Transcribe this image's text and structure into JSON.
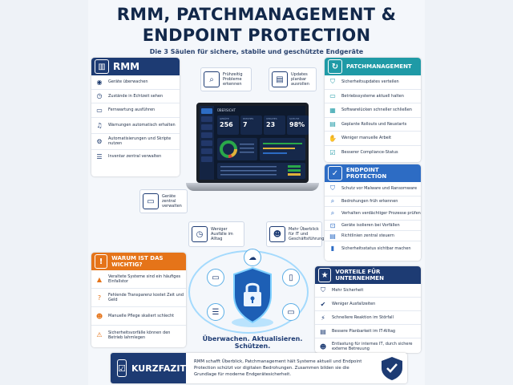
{
  "header": {
    "title_line1": "RMM, PATCHMANAGEMENT &",
    "title_line2": "ENDPOINT PROTECTION",
    "subtitle": "Die 3 Säulen für sichere, stabile und geschützte Endgeräte"
  },
  "rmm": {
    "title": "RMM",
    "icon": "monitor-chart-icon",
    "items": [
      {
        "icon": "eye-icon",
        "label": "Geräte überwachen"
      },
      {
        "icon": "clock-icon",
        "label": "Zustände in Echtzeit sehen"
      },
      {
        "icon": "pointer-icon",
        "label": "Fernwartung ausführen"
      },
      {
        "icon": "bell-icon",
        "label": "Warnungen automatisch erhalten"
      },
      {
        "icon": "gear-icon",
        "label": "Automatisierungen und Skripte nutzen"
      },
      {
        "icon": "server-icon",
        "label": "Inventar zentral verwalten"
      }
    ]
  },
  "patch": {
    "title": "PATCHMANAGEMENT",
    "icon": "refresh-icon",
    "items": [
      {
        "icon": "shield-icon",
        "label": "Sicherheitsupdates verteilen"
      },
      {
        "icon": "monitor-icon",
        "label": "Betriebssysteme aktuell halten"
      },
      {
        "icon": "grid-icon",
        "label": "Softwarelücken schneller schließen"
      },
      {
        "icon": "calendar-icon",
        "label": "Geplante Rollouts und Neustarts"
      },
      {
        "icon": "hand-icon",
        "label": "Weniger manuelle Arbeit"
      },
      {
        "icon": "checklist-icon",
        "label": "Besserer Compliance-Status"
      }
    ]
  },
  "endpoint": {
    "title": "ENDPOINT PROTECTION",
    "icon": "shield-check-icon",
    "items": [
      {
        "icon": "shield-icon",
        "label": "Schutz vor Malware und Ransomware"
      },
      {
        "icon": "search-icon",
        "label": "Bedrohungen früh erkennen"
      },
      {
        "icon": "search-icon",
        "label": "Verhalten verdächtiger Prozesse prüfen"
      },
      {
        "icon": "lock-icon",
        "label": "Geräte isolieren bei Vorfällen"
      },
      {
        "icon": "document-icon",
        "label": "Richtlinien zentral steuern"
      },
      {
        "icon": "chart-icon",
        "label": "Sicherheitsstatus sichtbar machen"
      }
    ]
  },
  "warum": {
    "title": "WARUM IST DAS WICHTIG?",
    "icon": "warning-icon",
    "items": [
      {
        "icon": "warning-icon",
        "label": "Veraltete Systeme sind ein häufiges Einfallstor"
      },
      {
        "icon": "question-icon",
        "label": "Fehlende Transparenz kostet Zeit und Geld"
      },
      {
        "icon": "people-icon",
        "label": "Manuelle Pflege skaliert schlecht"
      },
      {
        "icon": "alarm-icon",
        "label": "Sicherheitsvorfälle können den Betrieb lahmlegen"
      }
    ]
  },
  "vorteile": {
    "title": "VORTEILE FÜR UNTERNEHMEN",
    "icon": "star-icon",
    "items": [
      {
        "icon": "shield-check-icon",
        "label": "Mehr Sicherheit"
      },
      {
        "icon": "check-icon",
        "label": "Weniger Ausfallzeiten"
      },
      {
        "icon": "bolt-icon",
        "label": "Schnellere Reaktion im Störfall"
      },
      {
        "icon": "calendar-icon",
        "label": "Bessere Planbarkeit im IT-Alltag"
      },
      {
        "icon": "people-icon",
        "label": "Entlastung für internes IT, durch sichere externe Betreuung"
      }
    ]
  },
  "callouts": {
    "probleme": "Frühzeitig Probleme erkennen",
    "updates": "Updates planbar ausrollen",
    "zentral": "Geräte zentral verwalten",
    "ausfaelle": "Weniger Ausfälle im Alltag",
    "ueberblick": "Mehr Überblick für IT und Geschäftsführung"
  },
  "dashboard": {
    "title": "ÜBERSICHT",
    "kpis": [
      {
        "label": "GERÄTE",
        "value": "256"
      },
      {
        "label": "PATCHES",
        "value": "7"
      },
      {
        "label": "UPDATES",
        "value": "23"
      },
      {
        "label": "SCHUTZ",
        "value": "98%"
      }
    ]
  },
  "tagline": "Überwachen. Aktualisieren. Schützen.",
  "fazit": {
    "title": "KURZFAZIT",
    "text": "RMM schafft Überblick, Patchmanagement hält Systeme aktuell und Endpoint Protection schützt vor digitalen Bedrohungen. Zusammen bilden sie die Grundlage für moderne Endgerätesicherheit."
  },
  "colors": {
    "navy": "#1d3b73",
    "teal": "#1f9aa6",
    "blue": "#2d6cc4",
    "orange": "#e57419"
  }
}
